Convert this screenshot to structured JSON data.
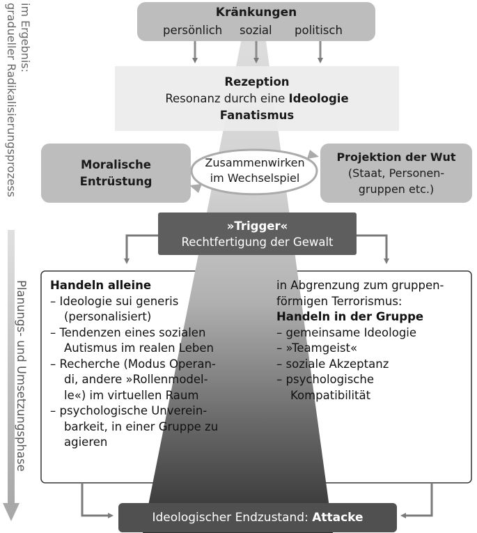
{
  "side_labels": {
    "result_line1": "im Ergebnis:",
    "result_line2": "gradueller Radikalisierungsprozess",
    "phase": "Planungs- und Umsetzungsphase"
  },
  "kraenkungen": {
    "title": "Kränkungen",
    "items": [
      "persönlich",
      "sozial",
      "politisch"
    ]
  },
  "rezeption": {
    "title": "Rezeption",
    "line_prefix": "Resonanz durch eine ",
    "line_bold": "Ideologie",
    "line3": "Fanatismus"
  },
  "moralische": {
    "line1": "Moralische",
    "line2": "Entrüstung"
  },
  "zusammen": {
    "line1": "Zusammenwirken",
    "line2": "im Wechselspiel"
  },
  "projektion": {
    "title": "Projektion der Wut",
    "line2": "(Staat, Personen-",
    "line3": "gruppen etc.)"
  },
  "trigger": {
    "title": "»Trigger«",
    "subtitle": "Rechtfertigung der Gewalt"
  },
  "left_box": {
    "title": "Handeln alleine",
    "items": [
      [
        "Ideologie sui generis",
        "(personalisiert)"
      ],
      [
        "Tendenzen eines sozialen",
        "Autismus im realen Leben"
      ],
      [
        "Recherche (Modus Operan-",
        "di, andere »Rollenmodel-",
        "le«) im virtuellen Raum"
      ],
      [
        "psychologische Unverein-",
        "barkeit, in einer Gruppe zu",
        "agieren"
      ]
    ]
  },
  "right_box": {
    "intro_line1": "in Abgrenzung zum gruppen-",
    "intro_line2": "förmigen Terrorismus:",
    "title": "Handeln in der Gruppe",
    "items": [
      [
        "gemeinsame Ideologie"
      ],
      [
        "»Teamgeist«"
      ],
      [
        "soziale Akzeptanz"
      ],
      [
        "psychologische",
        "Kompatibilität"
      ]
    ]
  },
  "endzustand": {
    "prefix": "Ideologischer Endzustand: ",
    "bold": "Attacke"
  },
  "colors": {
    "box_mid": "#bdbdbd",
    "box_light": "#ececec",
    "box_dark": "#5e5e5e",
    "box_end": "#505050",
    "arrow": "#7a7a7a",
    "funnel_light": "#d6d6d6",
    "funnel_dark": "#2a2a2a"
  }
}
